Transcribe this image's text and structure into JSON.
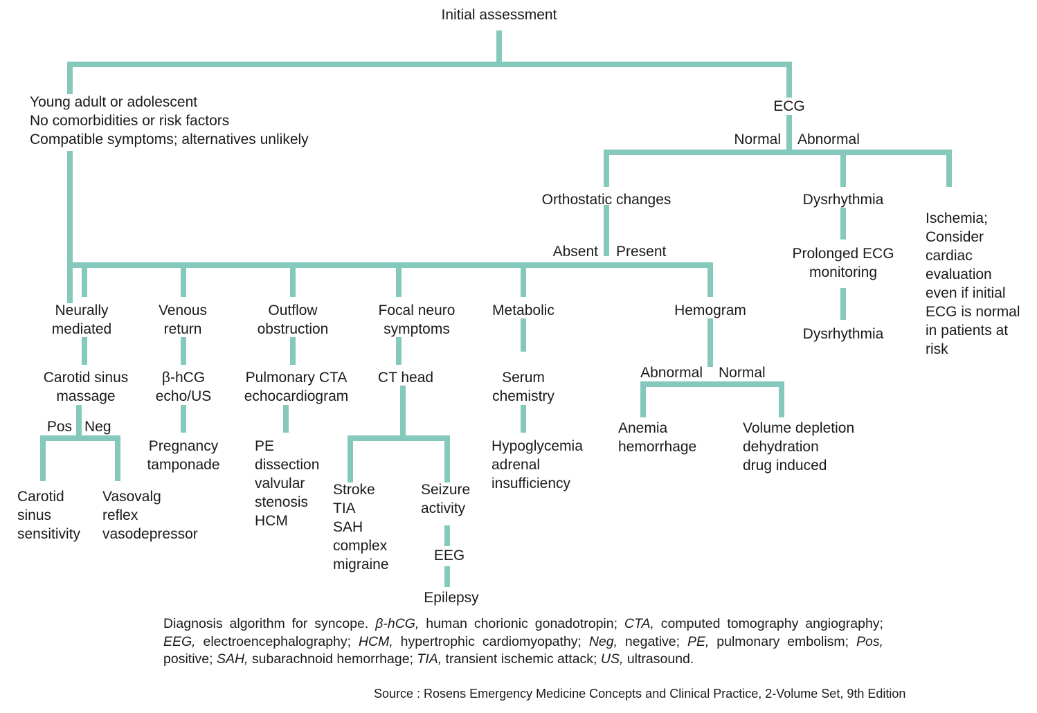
{
  "diagram": {
    "title": "Diagnosis algorithm for syncope",
    "line_color": "#85c8bc",
    "text_color": "#1a1a1a",
    "nodes": {
      "initial_assessment": "Initial assessment",
      "young_adult": "Young adult or adolescent\nNo comorbidities or risk factors\nCompatible symptoms; alternatives unlikely",
      "ecg": "ECG",
      "orthostatic_changes": "Orthostatic changes",
      "dysrhythmia_1": "Dysrhythmia",
      "ischemia": "Ischemia;\nConsider\ncardiac\nevaluation\neven if initial\nECG is normal\nin patients at\nrisk",
      "prolonged_ecg_monitoring": "Prolonged ECG\nmonitoring",
      "dysrhythmia_2": "Dysrhythmia",
      "neurally_mediated": "Neurally\nmediated",
      "venous_return": "Venous\nreturn",
      "outflow_obstruction": "Outflow\nobstruction",
      "focal_neuro_symptoms": "Focal neuro\nsymptoms",
      "metabolic": "Metabolic",
      "hemogram": "Hemogram",
      "carotid_sinus_massage": "Carotid sinus\nmassage",
      "bhcg_echo_us": "β-hCG\necho/US",
      "pulmonary_cta": "Pulmonary CTA\nechocardiogram",
      "ct_head": "CT head",
      "serum_chemistry": "Serum\nchemistry",
      "pregnancy_tamponade": "Pregnancy\ntamponade",
      "pe_dissection": "PE\ndissection\nvalvular\nstenosis\nHCM",
      "hypoglycemia": "Hypoglycemia\nadrenal\ninsufficiency",
      "anemia_hemorrhage": "Anemia\nhemorrhage",
      "volume_depletion": "Volume depletion\ndehydration\ndrug induced",
      "carotid_sinus_sensitivity": "Carotid\nsinus\nsensitivity",
      "vasovalg_reflex": "Vasovalg\nreflex\nvasodepressor",
      "stroke_tia": "Stroke\nTIA\nSAH\ncomplex\nmigraine",
      "seizure_activity": "Seizure\nactivity",
      "eeg": "EEG",
      "epilepsy": "Epilepsy"
    },
    "edge_labels": {
      "ecg_normal": "Normal",
      "ecg_abnormal": "Abnormal",
      "ortho_absent": "Absent",
      "ortho_present": "Present",
      "csm_pos": "Pos",
      "csm_neg": "Neg",
      "hemogram_abnormal": "Abnormal",
      "hemogram_normal": "Normal"
    }
  },
  "caption": {
    "lead": "Diagnosis algorithm for syncope. ",
    "abbr_bhcg": "β-hCG,",
    "def_bhcg": " human chorionic gonadotropin; ",
    "abbr_cta": "CTA,",
    "def_cta": " computed tomography angiography; ",
    "abbr_eeg": "EEG,",
    "def_eeg": " electroencephalography; ",
    "abbr_hcm": "HCM,",
    "def_hcm": " hypertrophic cardiomyopathy; ",
    "abbr_neg": "Neg,",
    "def_neg": " negative; ",
    "abbr_pe": "PE,",
    "def_pe": " pulmonary embolism; ",
    "abbr_pos": "Pos,",
    "def_pos": " positive; ",
    "abbr_sah": "SAH,",
    "def_sah": " subarachnoid hemorrhage; ",
    "abbr_tia": "TIA,",
    "def_tia": " transient ischemic attack; ",
    "abbr_us": "US,",
    "def_us": " ultrasound."
  },
  "source": {
    "text": "Source : Rosens Emergency Medicine Concepts and Clinical Practice, 2-Volume Set, 9th Edition"
  }
}
